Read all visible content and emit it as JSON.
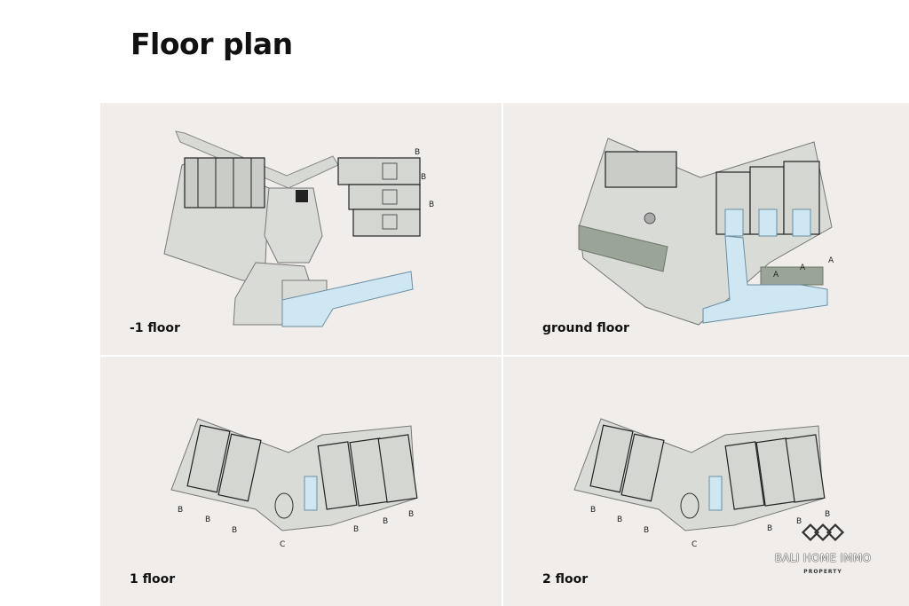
{
  "page": {
    "title": "Floor plan"
  },
  "floors": [
    {
      "label": "-1 floor",
      "unit_letters": [
        "B",
        "B",
        "B"
      ]
    },
    {
      "label": "ground floor",
      "unit_letters": [
        "A",
        "A",
        "A"
      ]
    },
    {
      "label": "1 floor",
      "unit_letters": [
        "B",
        "B",
        "B",
        "C",
        "B",
        "B",
        "B"
      ]
    },
    {
      "label": "2 floor",
      "unit_letters": [
        "B",
        "B",
        "B",
        "C",
        "B",
        "B",
        "B"
      ]
    }
  ],
  "logo": {
    "name": "BALI HOME IMMO",
    "subtitle": "PROPERTY"
  },
  "colors": {
    "panel": "#f0edea",
    "pool": "#cfe6f3",
    "garden": "#9aa597",
    "building": "#d8dbd6",
    "wall": "#222222"
  }
}
